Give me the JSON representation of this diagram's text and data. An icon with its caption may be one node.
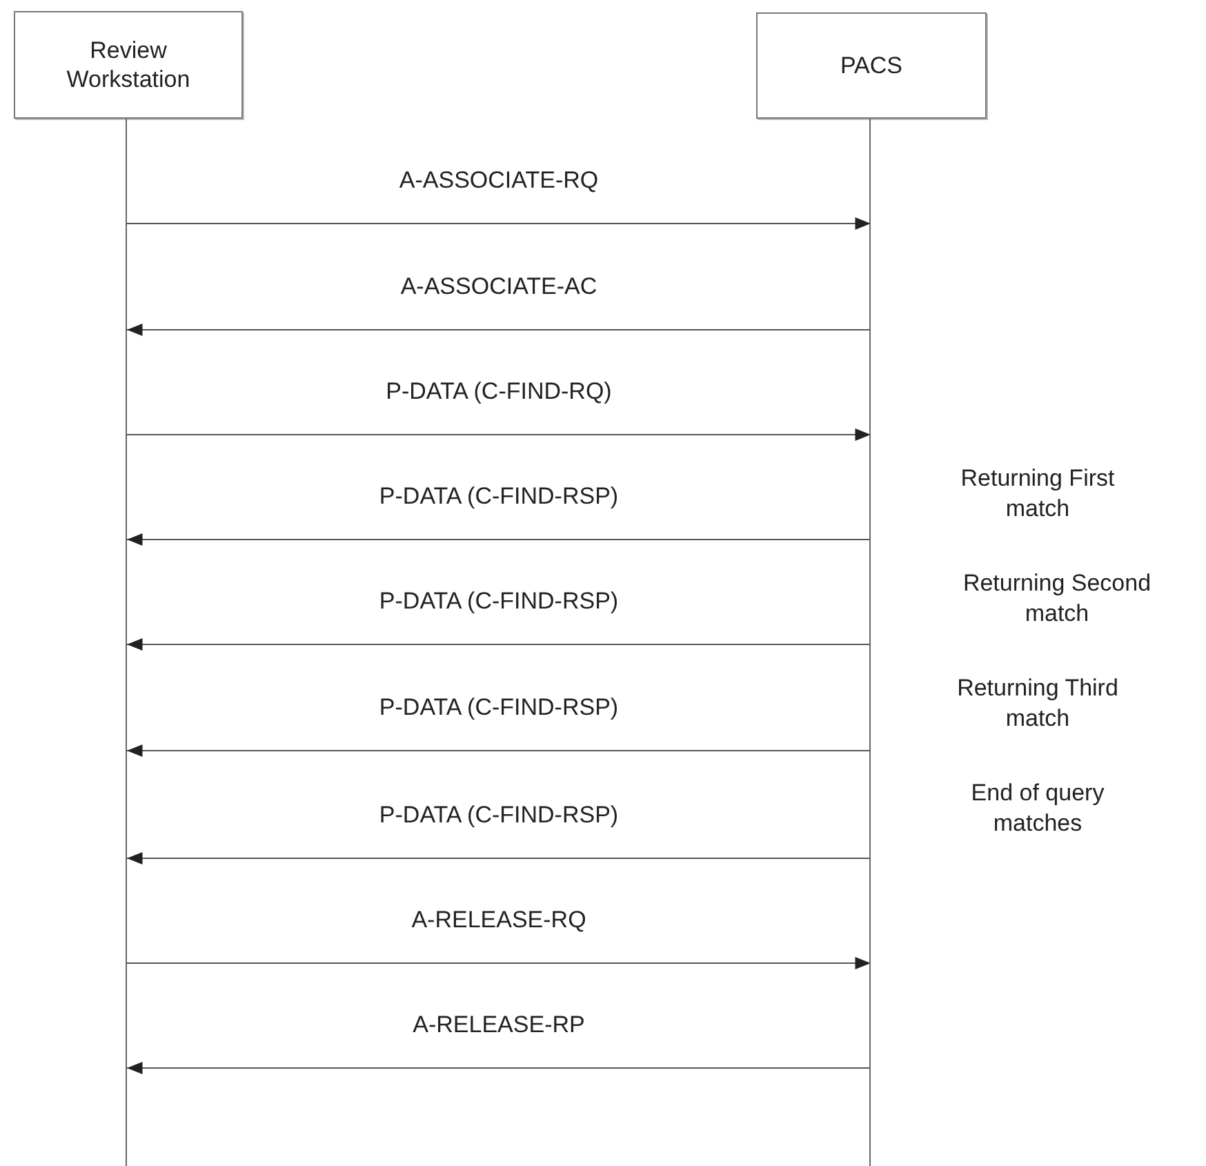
{
  "diagram": {
    "nodes": [
      {
        "text": [
          "Review Workstation"
        ]
      },
      {
        "text": [
          "PACS"
        ]
      },
      {
        "text": [],
        "shape": "line"
      },
      {
        "text": [],
        "shape": "line"
      }
    ],
    "edges": [
      {
        "from": 2,
        "to": 3,
        "arrow": "to",
        "label": "A-ASSOCIATE-RQ"
      },
      {
        "from": 3,
        "to": 2,
        "arrow": "to",
        "label": "A-ASSOCIATE-AC"
      },
      {
        "from": 2,
        "to": 3,
        "arrow": "to",
        "label": "P-DATA (C-FIND-RQ)"
      },
      {
        "from": 3,
        "to": 2,
        "arrow": "to",
        "label": "P-DATA (C-FIND-RSP)"
      },
      {
        "from": 3,
        "to": 2,
        "arrow": "to",
        "label": "P-DATA (C-FIND-RSP)"
      },
      {
        "from": 3,
        "to": 2,
        "arrow": "to",
        "label": "P-DATA (C-FIND-RSP)"
      },
      {
        "from": 3,
        "to": 2,
        "arrow": "to",
        "label": "P-DATA (C-FIND-RSP)"
      },
      {
        "from": 2,
        "to": 3,
        "arrow": "to",
        "label": "A-RELEASE-RQ"
      },
      {
        "from": 3,
        "to": 2,
        "arrow": "to",
        "label": "A-RELEASE-RP"
      }
    ],
    "labels": [
      "Returning First match",
      "Returning Second match",
      "Returning Third match",
      "End of query matches"
    ]
  }
}
